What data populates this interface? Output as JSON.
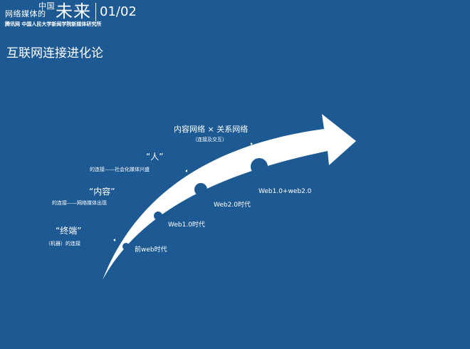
{
  "header": {
    "logo_line1": "中国",
    "logo_line2": "网络媒体的",
    "logo_big": "未来",
    "page_number": "01/02",
    "subtitle": "腾讯网 中国人民大学新闻学院新媒体研究所"
  },
  "title": "互联网连接进化论",
  "milestones": [
    {
      "label": "前web时代"
    },
    {
      "label": "Web1.0时代"
    },
    {
      "label": "Web2.0时代"
    },
    {
      "label": "Web1.0+web2.0"
    }
  ],
  "annotations": [
    {
      "quote": "“终端”",
      "desc": "（机器）的连接"
    },
    {
      "quote": "“内容”",
      "desc": "的连接——网络媒体出现"
    },
    {
      "quote": "“人”",
      "desc": "的连接——社会化媒体兴盛"
    }
  ],
  "top_annotation": {
    "title": "内容网络 × 关系网络",
    "subtitle": "（连接及交互）"
  },
  "colors": {
    "background": "#1d5a93",
    "arrow": "#ffffff",
    "dot": "#1d5a93"
  }
}
